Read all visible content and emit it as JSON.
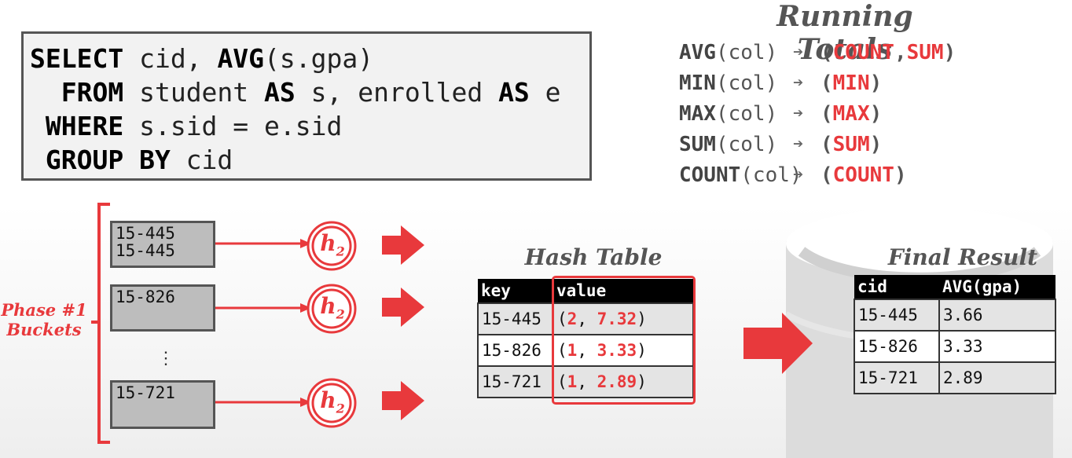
{
  "sql": {
    "line1": [
      [
        "SELECT",
        true
      ],
      [
        " cid, ",
        false
      ],
      [
        "AVG",
        true
      ],
      [
        "(s.gpa)",
        false
      ]
    ],
    "line2": [
      [
        "  FROM",
        true
      ],
      [
        " student ",
        false
      ],
      [
        "AS",
        true
      ],
      [
        " s, enrolled ",
        false
      ],
      [
        "AS",
        true
      ],
      [
        " e",
        false
      ]
    ],
    "line3": [
      [
        " WHERE",
        true
      ],
      [
        " s.sid = e.sid",
        false
      ]
    ],
    "line4": [
      [
        " GROUP BY",
        true
      ],
      [
        " cid",
        false
      ]
    ]
  },
  "running_totals": {
    "title": "Running Totals",
    "rows": [
      {
        "fn": "AVG",
        "arg": "(col)",
        "result_parts": [
          "COUNT",
          "SUM"
        ]
      },
      {
        "fn": "MIN",
        "arg": "(col)",
        "result_parts": [
          "MIN"
        ]
      },
      {
        "fn": "MAX",
        "arg": "(col)",
        "result_parts": [
          "MAX"
        ]
      },
      {
        "fn": "SUM",
        "arg": "(col)",
        "result_parts": [
          "SUM"
        ]
      },
      {
        "fn": "COUNT",
        "arg": "(col)",
        "result_parts": [
          "COUNT"
        ]
      }
    ],
    "arrow_symbol": "➔"
  },
  "phase": {
    "label_line1": "Phase #1",
    "label_line2": "Buckets"
  },
  "buckets": [
    {
      "lines": [
        "15-445",
        "15-445"
      ]
    },
    {
      "lines": [
        "15-826"
      ]
    },
    {
      "lines": [
        "15-721"
      ]
    }
  ],
  "ellipsis": "⋮",
  "hash_label": "h",
  "hash_sub": "2",
  "hash_table": {
    "title": "Hash Table",
    "headers": [
      "key",
      "value"
    ],
    "rows": [
      {
        "key": "15-445",
        "count": "2",
        "sum": "7.32"
      },
      {
        "key": "15-826",
        "count": "1",
        "sum": "3.33"
      },
      {
        "key": "15-721",
        "count": "1",
        "sum": "2.89"
      }
    ]
  },
  "final_result": {
    "title": "Final Result",
    "headers": [
      "cid",
      "AVG(gpa)"
    ],
    "rows": [
      [
        "15-445",
        "3.66"
      ],
      [
        "15-826",
        "3.33"
      ],
      [
        "15-721",
        "2.89"
      ]
    ]
  },
  "colors": {
    "accent": "#e8393c",
    "box_border": "#555555",
    "bucket_fill": "#bdbdbd",
    "sql_bg": "#f2f2f2"
  }
}
